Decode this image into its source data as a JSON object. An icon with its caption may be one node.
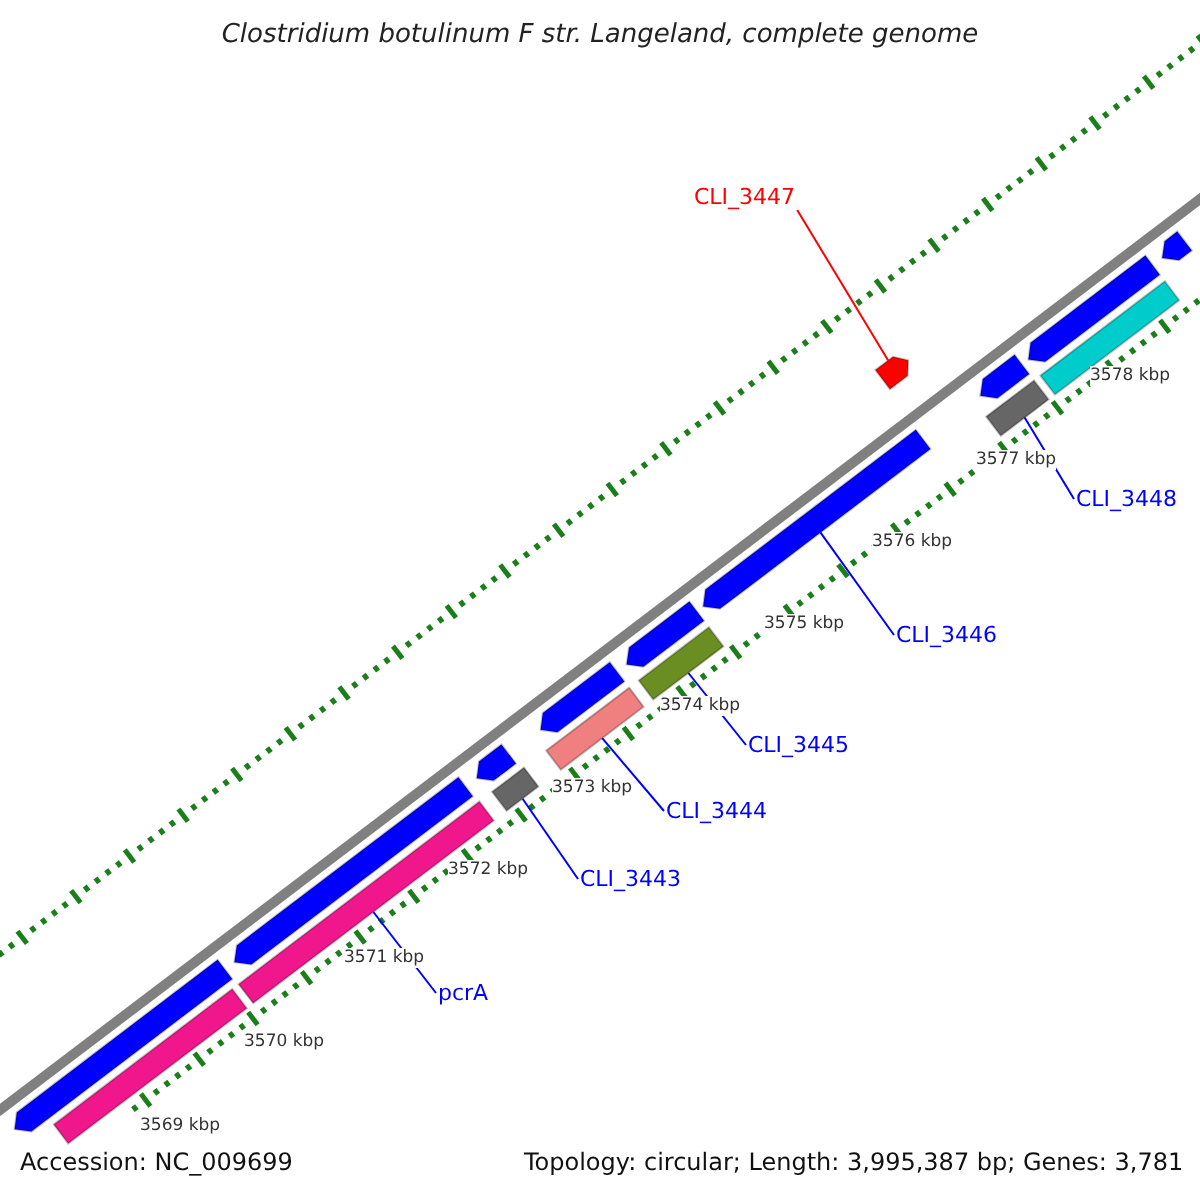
{
  "diagram": {
    "title": "Clostridium botulinum F str. Langeland, complete genome",
    "nodes": [
      {
        "text": [
          "CLI_3447"
        ]
      },
      {
        "text": [
          "CLI_3448"
        ]
      },
      {
        "text": [
          "CLI_3446"
        ]
      },
      {
        "text": [
          "CLI_3445"
        ]
      },
      {
        "text": [
          "CLI_3444"
        ]
      },
      {
        "text": [
          "CLI_3443"
        ]
      },
      {
        "text": [
          "pcrA"
        ]
      },
      {
        "text": [],
        "shape": "arrow"
      },
      {
        "text": [],
        "shape": "arrow"
      },
      {
        "text": [],
        "shape": "bar"
      },
      {
        "text": [],
        "shape": "arrow"
      },
      {
        "text": [],
        "shape": "bar"
      },
      {
        "text": [],
        "shape": "arrow"
      },
      {
        "text": [],
        "shape": "arrow"
      },
      {
        "text": [],
        "shape": "arrow"
      },
      {
        "text": [],
        "shape": "bar"
      },
      {
        "text": [],
        "shape": "arrow"
      },
      {
        "text": [],
        "shape": "bar"
      },
      {
        "text": [],
        "shape": "arrow"
      },
      {
        "text": [],
        "shape": "bar"
      },
      {
        "text": [],
        "shape": "arrow"
      },
      {
        "text": [],
        "shape": "bar"
      },
      {
        "text": [],
        "shape": "arrow"
      },
      {
        "text": [],
        "shape": "bar"
      }
    ],
    "edges": [
      {
        "from": 0,
        "to": 12,
        "arrow": "none",
        "color": "#ff0000"
      },
      {
        "from": 1,
        "to": 11,
        "arrow": "none"
      },
      {
        "from": 2,
        "to": 13,
        "arrow": "none"
      },
      {
        "from": 3,
        "to": 15,
        "arrow": "none"
      },
      {
        "from": 4,
        "to": 17,
        "arrow": "none"
      },
      {
        "from": 5,
        "to": 19,
        "arrow": "none"
      },
      {
        "from": 6,
        "to": 21,
        "arrow": "none"
      }
    ],
    "labels": [
      "3578 kbp",
      "3577 kbp",
      "3576 kbp",
      "3575 kbp",
      "3574 kbp",
      "3573 kbp",
      "3572 kbp",
      "3571 kbp",
      "3570 kbp",
      "3569 kbp",
      "Accession: NC_009699",
      "Topology: circular; Length: 3,995,387 bp; Genes: 3,781"
    ]
  }
}
